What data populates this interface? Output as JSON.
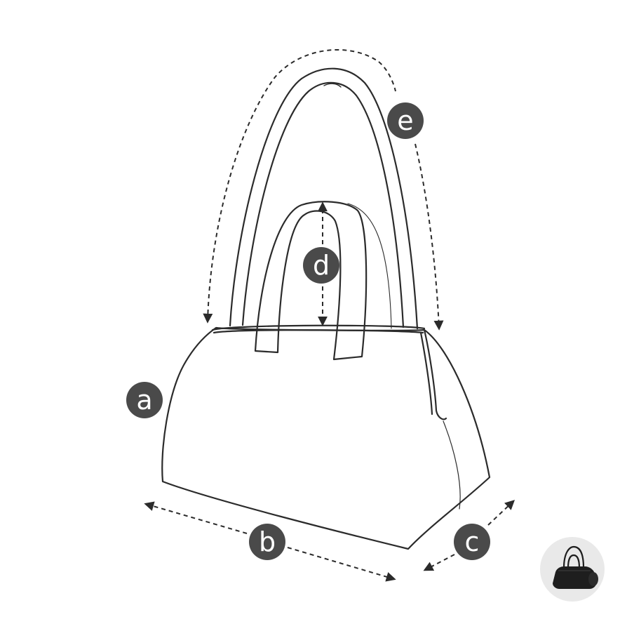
{
  "diagram": {
    "labels": {
      "a": "a",
      "b": "b",
      "c": "c",
      "d": "d",
      "e": "e"
    },
    "colors": {
      "background": "#ffffff",
      "stroke": "#2b2b2b",
      "label_badge": "#4a4a4a",
      "label_text": "#ffffff",
      "thumbnail_bg": "#e9e9e9",
      "thumbnail_bag": "#1e1e1e"
    },
    "thumbnail": {
      "icon": "handbag-photo-thumbnail"
    }
  }
}
